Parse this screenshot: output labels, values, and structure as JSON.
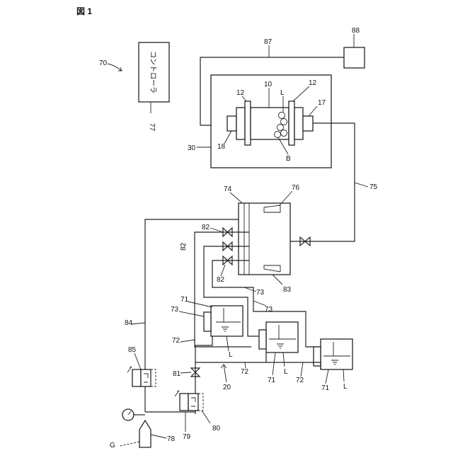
{
  "figure": {
    "title": "図 1"
  },
  "controller": {
    "label": "コントローラ"
  },
  "refs": {
    "r70": "70",
    "r77": "77",
    "r88": "88",
    "r87": "87",
    "r10": "10",
    "r12a": "12",
    "r12b": "12",
    "rL_cell": "L",
    "r17": "17",
    "r18": "18",
    "r30": "30",
    "rB": "B",
    "r75": "75",
    "r74": "74",
    "r76": "76",
    "r82a": "82",
    "r82b": "82",
    "r82c": "82",
    "r83": "83",
    "r73a": "73",
    "r73b": "73",
    "r73c": "73",
    "r71a": "71",
    "r71b": "71",
    "r71c": "71",
    "r72a": "72",
    "r72b": "72",
    "r72c": "72",
    "rLa": "L",
    "rLb": "L",
    "rLc": "L",
    "r84": "84",
    "r85": "85",
    "r81": "81",
    "r20": "20",
    "r80": "80",
    "r79": "79",
    "r78": "78",
    "rG": "G"
  }
}
